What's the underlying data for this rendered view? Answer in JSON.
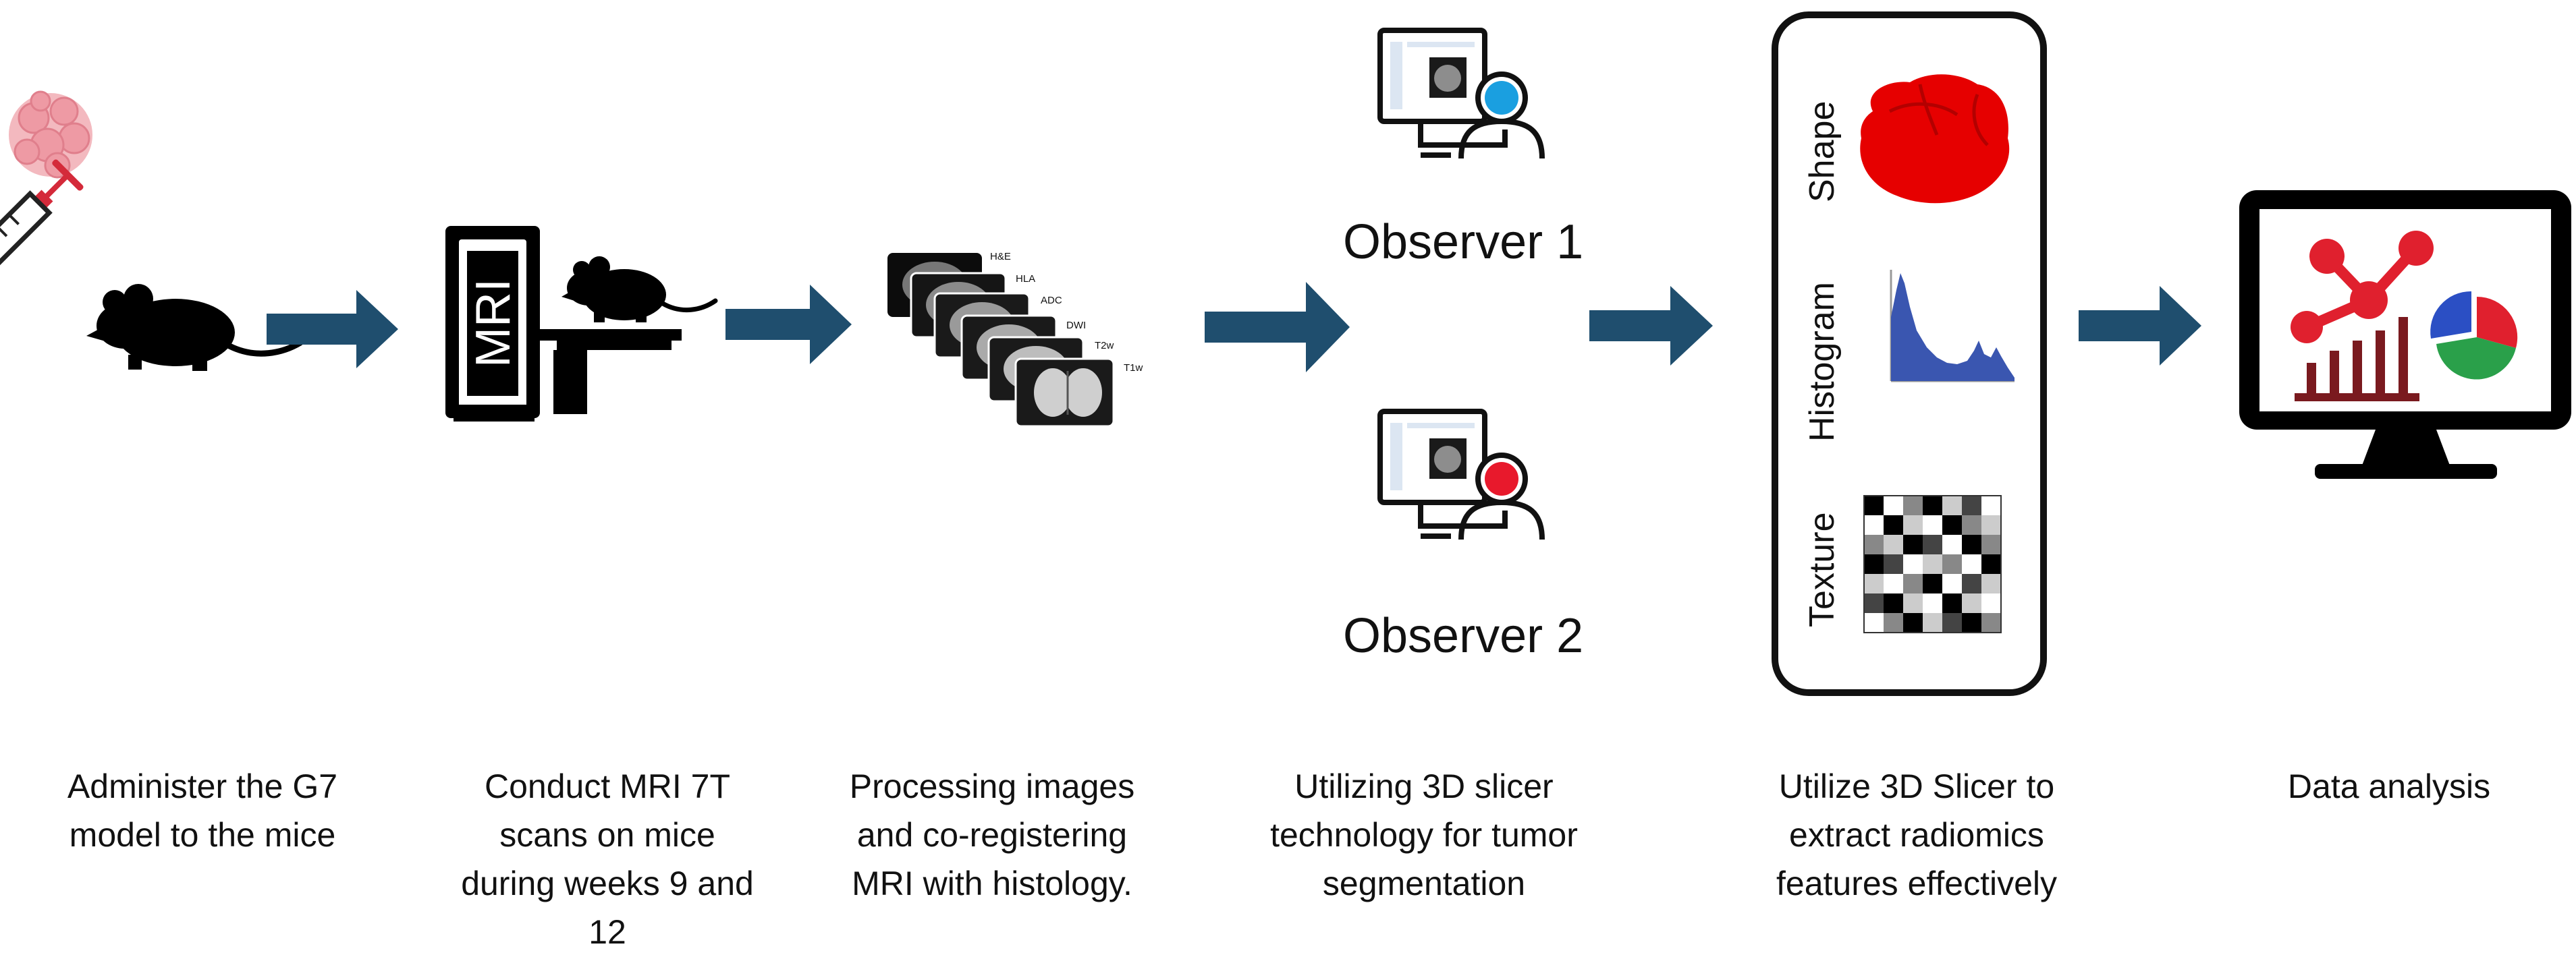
{
  "machine": {
    "label": "MRI"
  },
  "slices": {
    "labels": [
      "H&E",
      "HLA",
      "ADC",
      "DWI",
      "T2w",
      "T1w"
    ]
  },
  "observers": [
    {
      "label": "Observer 1",
      "color": "#1a9fe0"
    },
    {
      "label": "Observer 2",
      "color": "#e8192c"
    }
  ],
  "features": {
    "shape": "Shape",
    "histogram": "Histogram",
    "texture": "Texture"
  },
  "steps": [
    {
      "caption": "Administer the G7\nmodel to the mice"
    },
    {
      "caption": "Conduct MRI 7T\nscans on mice\nduring weeks 9 and\n12"
    },
    {
      "caption": "Processing images\nand co-registering\nMRI with histology."
    },
    {
      "caption": "Utilizing 3D slicer\ntechnology for tumor\nsegmentation"
    },
    {
      "caption": "Utilize 3D Slicer to\nextract radiomics\nfeatures effectively"
    },
    {
      "caption": "Data analysis"
    }
  ],
  "colors": {
    "arrow": "#1f4e6e",
    "tumor": "#e60000",
    "histogram": "#3a56b0",
    "network": "#e0202e",
    "bars": "#7a1a1f",
    "pie_red": "#e0202e",
    "pie_blue": "#2b4fc4",
    "pie_green": "#2aa04a"
  }
}
